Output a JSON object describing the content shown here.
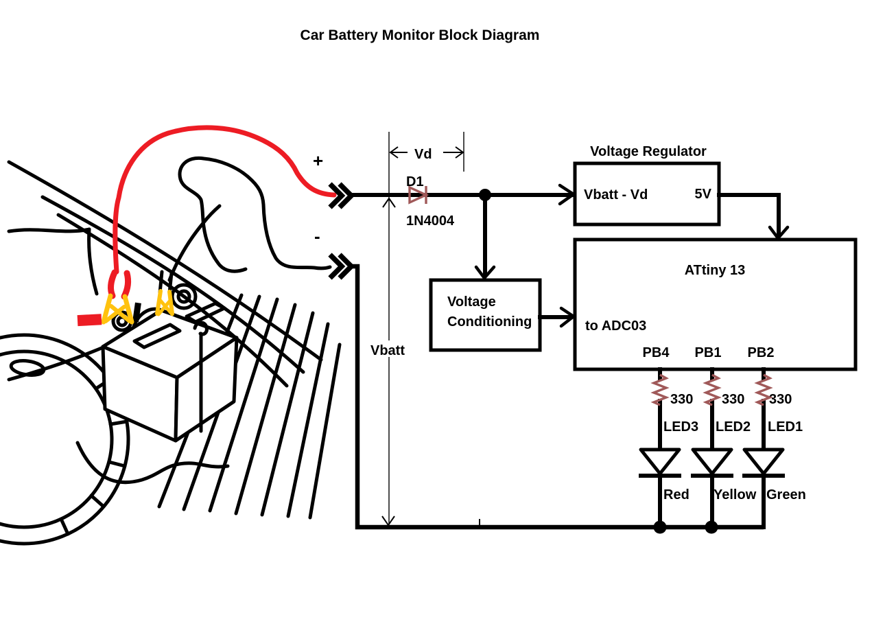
{
  "title": "Car Battery Monitor Block Diagram",
  "battery_terminals": {
    "positive": "+",
    "negative": "-"
  },
  "measurements": {
    "diode_drop": "Vd",
    "battery_voltage": "Vbatt"
  },
  "diode": {
    "ref": "D1",
    "part": "1N4004"
  },
  "regulator": {
    "title": "Voltage Regulator",
    "input": "Vbatt - Vd",
    "output": "5V"
  },
  "conditioning": {
    "line1": "Voltage",
    "line2": "Conditioning"
  },
  "mcu": {
    "name": "ATtiny 13",
    "adc": "to ADC03",
    "pins": [
      {
        "label": "PB4"
      },
      {
        "label": "PB1"
      },
      {
        "label": "PB2"
      }
    ]
  },
  "resistors": [
    {
      "value": "330"
    },
    {
      "value": "330"
    },
    {
      "value": "330"
    }
  ],
  "leds": [
    {
      "name": "LED3",
      "color": "Red"
    },
    {
      "name": "LED2",
      "color": "Yellow"
    },
    {
      "name": "LED1",
      "color": "Green"
    }
  ],
  "colors": {
    "wire": "#000000",
    "jumper_cable_red": "#ED1C24",
    "clamp_grip_yellow": "#FFC20E",
    "component_symbol": "#A05959",
    "background": "#FFFFFF"
  }
}
